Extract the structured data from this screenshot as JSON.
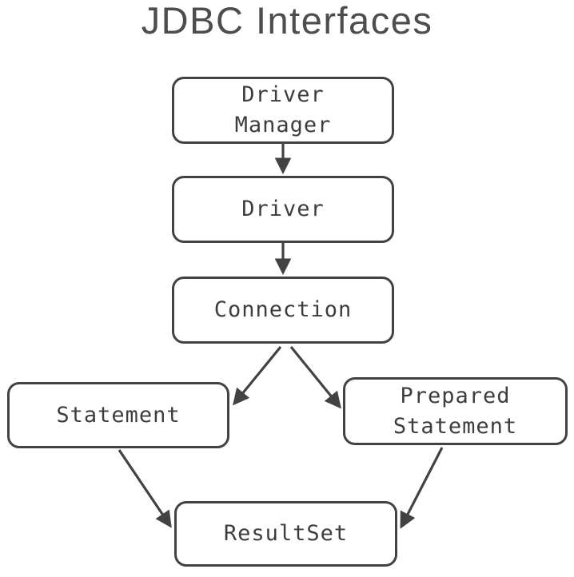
{
  "title": "JDBC Interfaces",
  "colors": {
    "stroke": "#424242",
    "node_text": "#3d3d3d",
    "title_text": "#4d4d4d",
    "background": "#ffffff"
  },
  "nodes": {
    "driver_manager": {
      "label": "Driver\nManager"
    },
    "driver": {
      "label": "Driver"
    },
    "connection": {
      "label": "Connection"
    },
    "statement": {
      "label": "Statement"
    },
    "prepared_statement": {
      "label": "Prepared\nStatement"
    },
    "resultset": {
      "label": "ResultSet"
    }
  },
  "edges": [
    {
      "from": "Driver Manager",
      "to": "Driver"
    },
    {
      "from": "Driver",
      "to": "Connection"
    },
    {
      "from": "Connection",
      "to": "Statement"
    },
    {
      "from": "Connection",
      "to": "Prepared Statement"
    },
    {
      "from": "Statement",
      "to": "ResultSet"
    },
    {
      "from": "Prepared Statement",
      "to": "ResultSet"
    }
  ]
}
